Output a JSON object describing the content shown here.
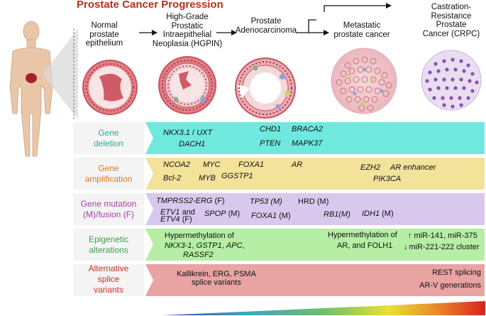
{
  "title": "Prostate Cancer Progression",
  "stages": [
    {
      "lines": [
        "Normal",
        "prostate",
        "epithelium"
      ]
    },
    {
      "lines": [
        "High-Grade",
        "Prostatic",
        "Intraepithelial",
        "Neoplasia (HGPIN)"
      ]
    },
    {
      "lines": [
        "Prostate",
        "Adenocarcinoma"
      ]
    },
    {
      "lines": [
        "Metastatic",
        "prostate cancer"
      ]
    },
    {
      "lines": [
        "Castration-",
        "Resistance",
        "Prostate",
        "Cancer (CRPC)"
      ]
    }
  ],
  "categories": [
    {
      "lines": [
        "Gene",
        "deletion"
      ],
      "color": "#2aa89a"
    },
    {
      "lines": [
        "Gene",
        "amplification"
      ],
      "color": "#d77e23"
    },
    {
      "lines": [
        "Gene mutation",
        "(M)/fusion (F)"
      ],
      "color": "#a63fa8"
    },
    {
      "lines": [
        "Epigenetic",
        "alterations"
      ],
      "color": "#3b9f4f"
    },
    {
      "lines": [
        "Alternative",
        "splice",
        "variants"
      ],
      "color": "#c6362b"
    }
  ],
  "band_colors": [
    "#6fe8de",
    "#f2e29a",
    "#d9c8ee",
    "#b5eea4",
    "#e8a3a3"
  ],
  "deletion": {
    "nkx31": "NKX3.1",
    "sep": " / ",
    "uxt": "UXT",
    "dach1": "DACH1",
    "chd1": "CHD1",
    "pten": "PTEN",
    "brca2": "BRACA2",
    "mapk37": "MAPK37"
  },
  "amplification": {
    "ncoa2": "NCOA2",
    "myc": "MYC",
    "bcl2": "Bcl-2",
    "myb": "MYB",
    "foxa1": "FOXA1",
    "ggstp1": "GGSTP1",
    "ar": "AR",
    "ezh2": "EZH2",
    "ar_enh": "AR enhancer",
    "pik3ca": "PIK3CA"
  },
  "mutation": {
    "tmprss2": "TMPRSS2-ERG",
    "tmprss2_suffix": " (F)",
    "etv1": "ETV1",
    "etv1_suffix": " and",
    "etv4": "ETV4",
    "etv4_suffix": " (F)",
    "spop": "SPOP",
    "spop_suffix": " (M)",
    "tp53": "TP53 (M)",
    "foxa1": "FOXA1",
    "foxa1_suffix": " (M)",
    "hrd": "HRD (M)",
    "rb1": "RB1(M)",
    "rb1_suffix": " (M)",
    "idh1": "IDH1",
    "idh1_suffix": " (M)"
  },
  "epigenetic": {
    "hyper1": "Hypermethylation of",
    "genes1": "NKX3-1",
    "sep1": ", ",
    "genes2": "GSTP1",
    "sep2": ", ",
    "genes3": "APC",
    "sep3": ",",
    "genes4": "RASSF2",
    "hyper2": "Hypermethylation of",
    "hyper2b": "AR, and FOLH1",
    "mir_up_arrow": "↑",
    "mir_up": "miR-141, miR-375",
    "mir_down_arrow": "↓",
    "mir_down": "miR-221-222 cluster"
  },
  "splice": {
    "left1": "Kallikrein, ERG, PSMA",
    "left2": "splice variants",
    "right1": "REST splicing",
    "right2": "AR-V generations"
  },
  "gradient_colors": [
    "#2e3ea8",
    "#3fa3c9",
    "#6cc06a",
    "#e8e034",
    "#e88a2a",
    "#d8231c"
  ]
}
